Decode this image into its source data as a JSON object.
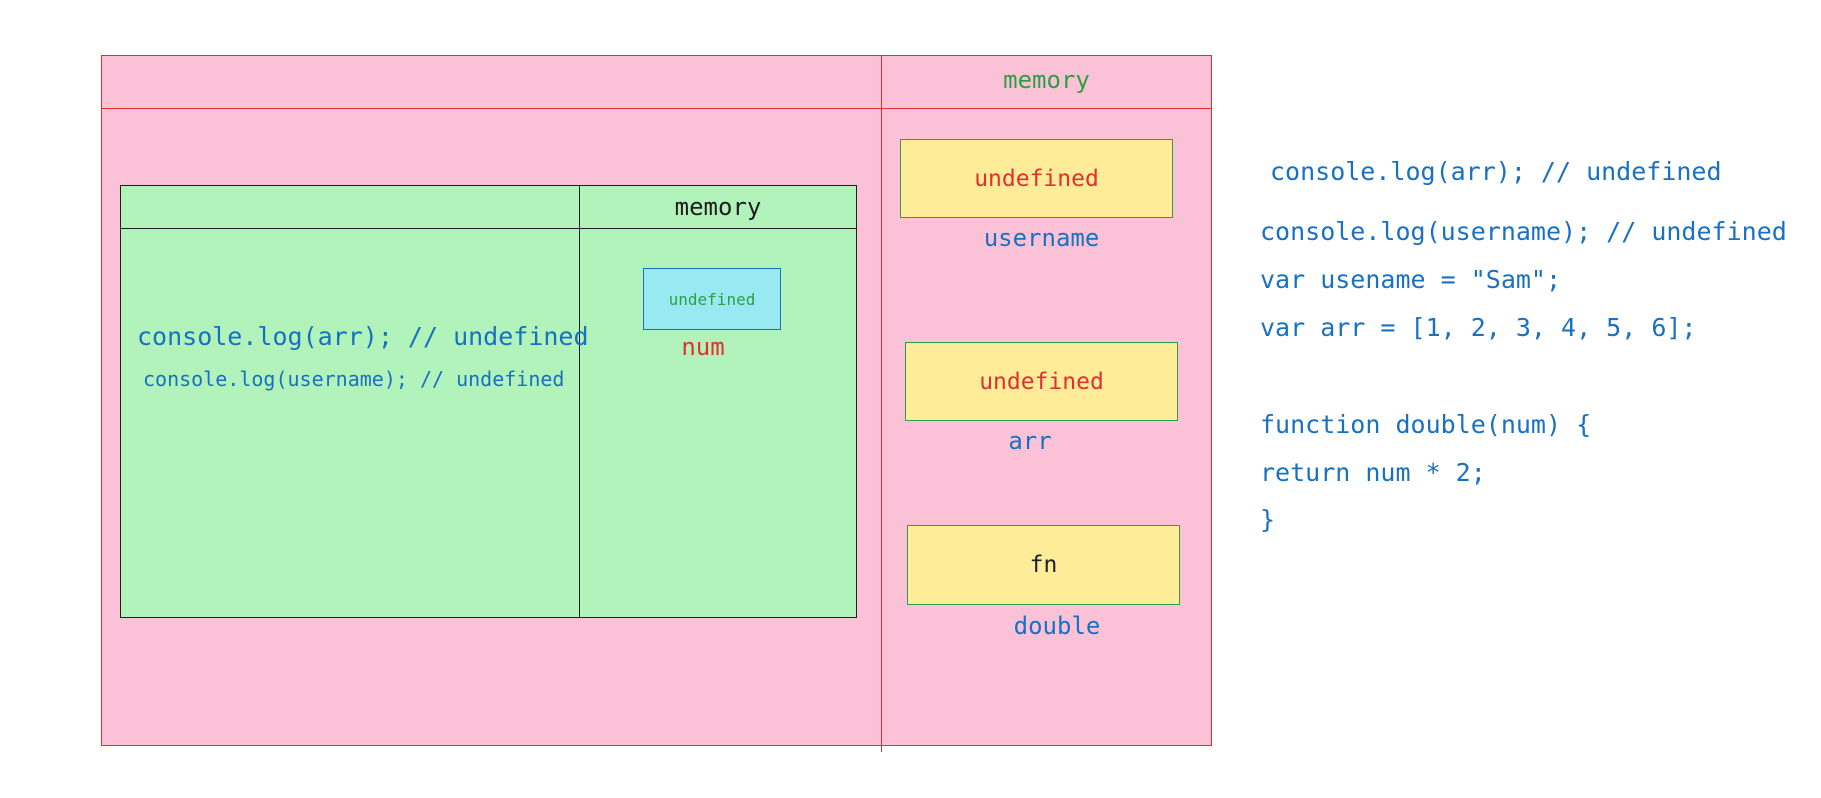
{
  "global_context": {
    "memory_title": "memory",
    "variables": [
      {
        "name": "username",
        "value": "undefined"
      },
      {
        "name": "arr",
        "value": "undefined"
      },
      {
        "name": "double",
        "value": "fn"
      }
    ]
  },
  "function_context": {
    "memory_title": "memory",
    "code_lines": [
      "console.log(arr); // undefined",
      "console.log(username); // undefined"
    ],
    "variables": [
      {
        "name": "num",
        "value": "undefined"
      }
    ]
  },
  "source_code": [
    "console.log(arr); // undefined",
    "console.log(username); // undefined",
    "var usename = \"Sam\";",
    "var arr = [1, 2, 3, 4, 5, 6];",
    "function double(num) {",
    "return num * 2;",
    "}"
  ],
  "colors": {
    "global_fill": "#fbc2d7",
    "global_stroke": "#e03131",
    "function_fill": "#b2f2bb",
    "function_stroke": "#1e1e1e",
    "memory_box_fill": "#ffec99",
    "memory_box_stroke": "#2f9e44",
    "param_box_fill": "#99e9f2",
    "code_text": "#1971c2",
    "value_text": "#e03131"
  }
}
